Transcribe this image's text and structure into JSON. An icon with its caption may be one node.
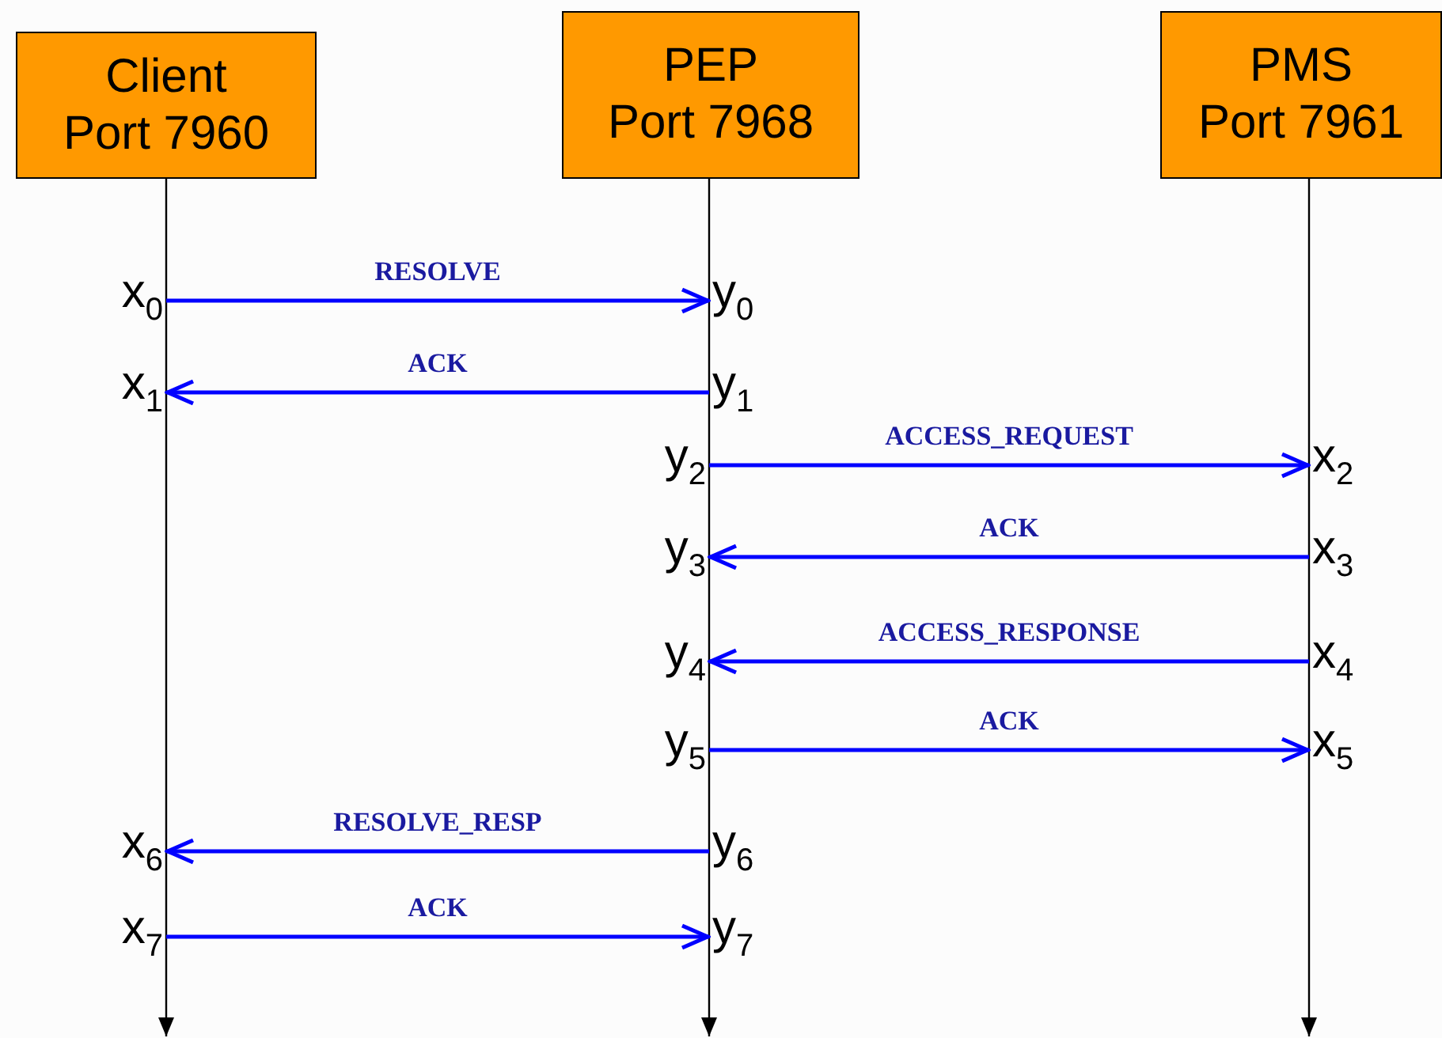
{
  "diagram": {
    "nodes": [
      {
        "text": [
          "Client",
          "Port 7960"
        ]
      },
      {
        "text": [
          "PEP",
          "Port 7968"
        ]
      },
      {
        "text": [
          "PMS",
          "Port 7961"
        ]
      },
      {
        "text": [
          "x$_{0}$"
        ]
      },
      {
        "text": [
          "y$_{0}$"
        ]
      },
      {
        "text": [
          "x$_{1}$"
        ]
      },
      {
        "text": [
          "y$_{1}$"
        ]
      },
      {
        "text": [
          "y$_{2}$"
        ]
      },
      {
        "text": [
          "x$_{2}$"
        ]
      },
      {
        "text": [
          "y$_{3}$"
        ]
      },
      {
        "text": [
          "x$_{3}$"
        ]
      },
      {
        "text": [
          "y$_{4}$"
        ]
      },
      {
        "text": [
          "x$_{4}$"
        ]
      },
      {
        "text": [
          "y$_{5}$"
        ]
      },
      {
        "text": [
          "x$_{5}$"
        ]
      },
      {
        "text": [
          "x$_{6}$"
        ]
      },
      {
        "text": [
          "y$_{6}$"
        ]
      },
      {
        "text": [
          "x$_{7}$"
        ]
      },
      {
        "text": [
          "y$_{7}$"
        ]
      }
    ],
    "edges": [
      {
        "from": 0,
        "to": null,
        "arrow": "to",
        "color": "#000000"
      },
      {
        "from": 1,
        "to": null,
        "arrow": "to",
        "color": "#000000"
      },
      {
        "from": 2,
        "to": null,
        "arrow": "to",
        "color": "#000000"
      },
      {
        "from": 3,
        "to": 4,
        "arrow": "to",
        "label": "RESOLVE"
      },
      {
        "from": 6,
        "to": 5,
        "arrow": "to",
        "label": "ACK"
      },
      {
        "from": 7,
        "to": 8,
        "arrow": "to",
        "label": "ACCESS_REQUEST"
      },
      {
        "from": 10,
        "to": 9,
        "arrow": "to",
        "label": "ACK"
      },
      {
        "from": 12,
        "to": 11,
        "arrow": "to",
        "label": "ACCESS_RESPONSE"
      },
      {
        "from": 13,
        "to": 14,
        "arrow": "to",
        "label": "ACK"
      },
      {
        "from": 16,
        "to": 15,
        "arrow": "to",
        "label": "RESOLVE_RESP"
      },
      {
        "from": 17,
        "to": 18,
        "arrow": "to",
        "label": "ACK"
      }
    ]
  }
}
